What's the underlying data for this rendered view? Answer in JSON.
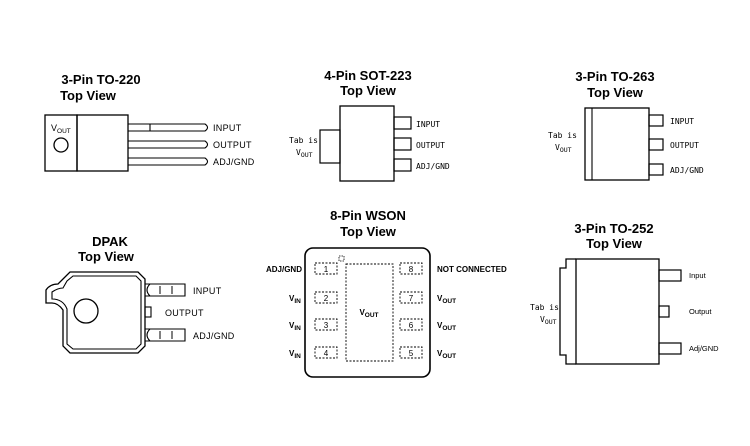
{
  "to220": {
    "title1": "3-Pin TO-220",
    "title2": "Top View",
    "body_label": "V",
    "body_label_sub": "OUT",
    "pins": [
      "INPUT",
      "OUTPUT",
      "ADJ/GND"
    ]
  },
  "sot223": {
    "title1": "4-Pin SOT-223",
    "title2": "Top View",
    "tab_line1": "Tab is",
    "tab_line2": "V",
    "tab_line2_sub": "OUT",
    "pins": [
      "INPUT",
      "OUTPUT",
      "ADJ/GND"
    ]
  },
  "to263": {
    "title1": "3-Pin TO-263",
    "title2": "Top View",
    "tab_line1": "Tab is",
    "tab_line2": "V",
    "tab_line2_sub": "OUT",
    "pins": [
      "INPUT",
      "OUTPUT",
      "ADJ/GND"
    ]
  },
  "dpak": {
    "title1": "DPAK",
    "title2": "Top View",
    "pins": [
      "INPUT",
      "OUTPUT",
      "ADJ/GND"
    ]
  },
  "wson": {
    "title1": "8-Pin WSON",
    "title2": "Top View",
    "pad_label": "V",
    "pad_label_sub": "OUT",
    "left_pins": [
      {
        "num": "1",
        "label": "ADJ/GND",
        "sub": ""
      },
      {
        "num": "2",
        "label": "V",
        "sub": "IN"
      },
      {
        "num": "3",
        "label": "V",
        "sub": "IN"
      },
      {
        "num": "4",
        "label": "V",
        "sub": "IN"
      }
    ],
    "right_pins": [
      {
        "num": "8",
        "label": "NOT CONNECTED",
        "sub": ""
      },
      {
        "num": "7",
        "label": "V",
        "sub": "OUT"
      },
      {
        "num": "6",
        "label": "V",
        "sub": "OUT"
      },
      {
        "num": "5",
        "label": "V",
        "sub": "OUT"
      }
    ]
  },
  "to252": {
    "title1": "3-Pin TO-252",
    "title2": "Top View",
    "tab_line1": "Tab is",
    "tab_line2": "V",
    "tab_line2_sub": "OUT",
    "pins": [
      "Input",
      "Output",
      "Adj/GND"
    ]
  }
}
